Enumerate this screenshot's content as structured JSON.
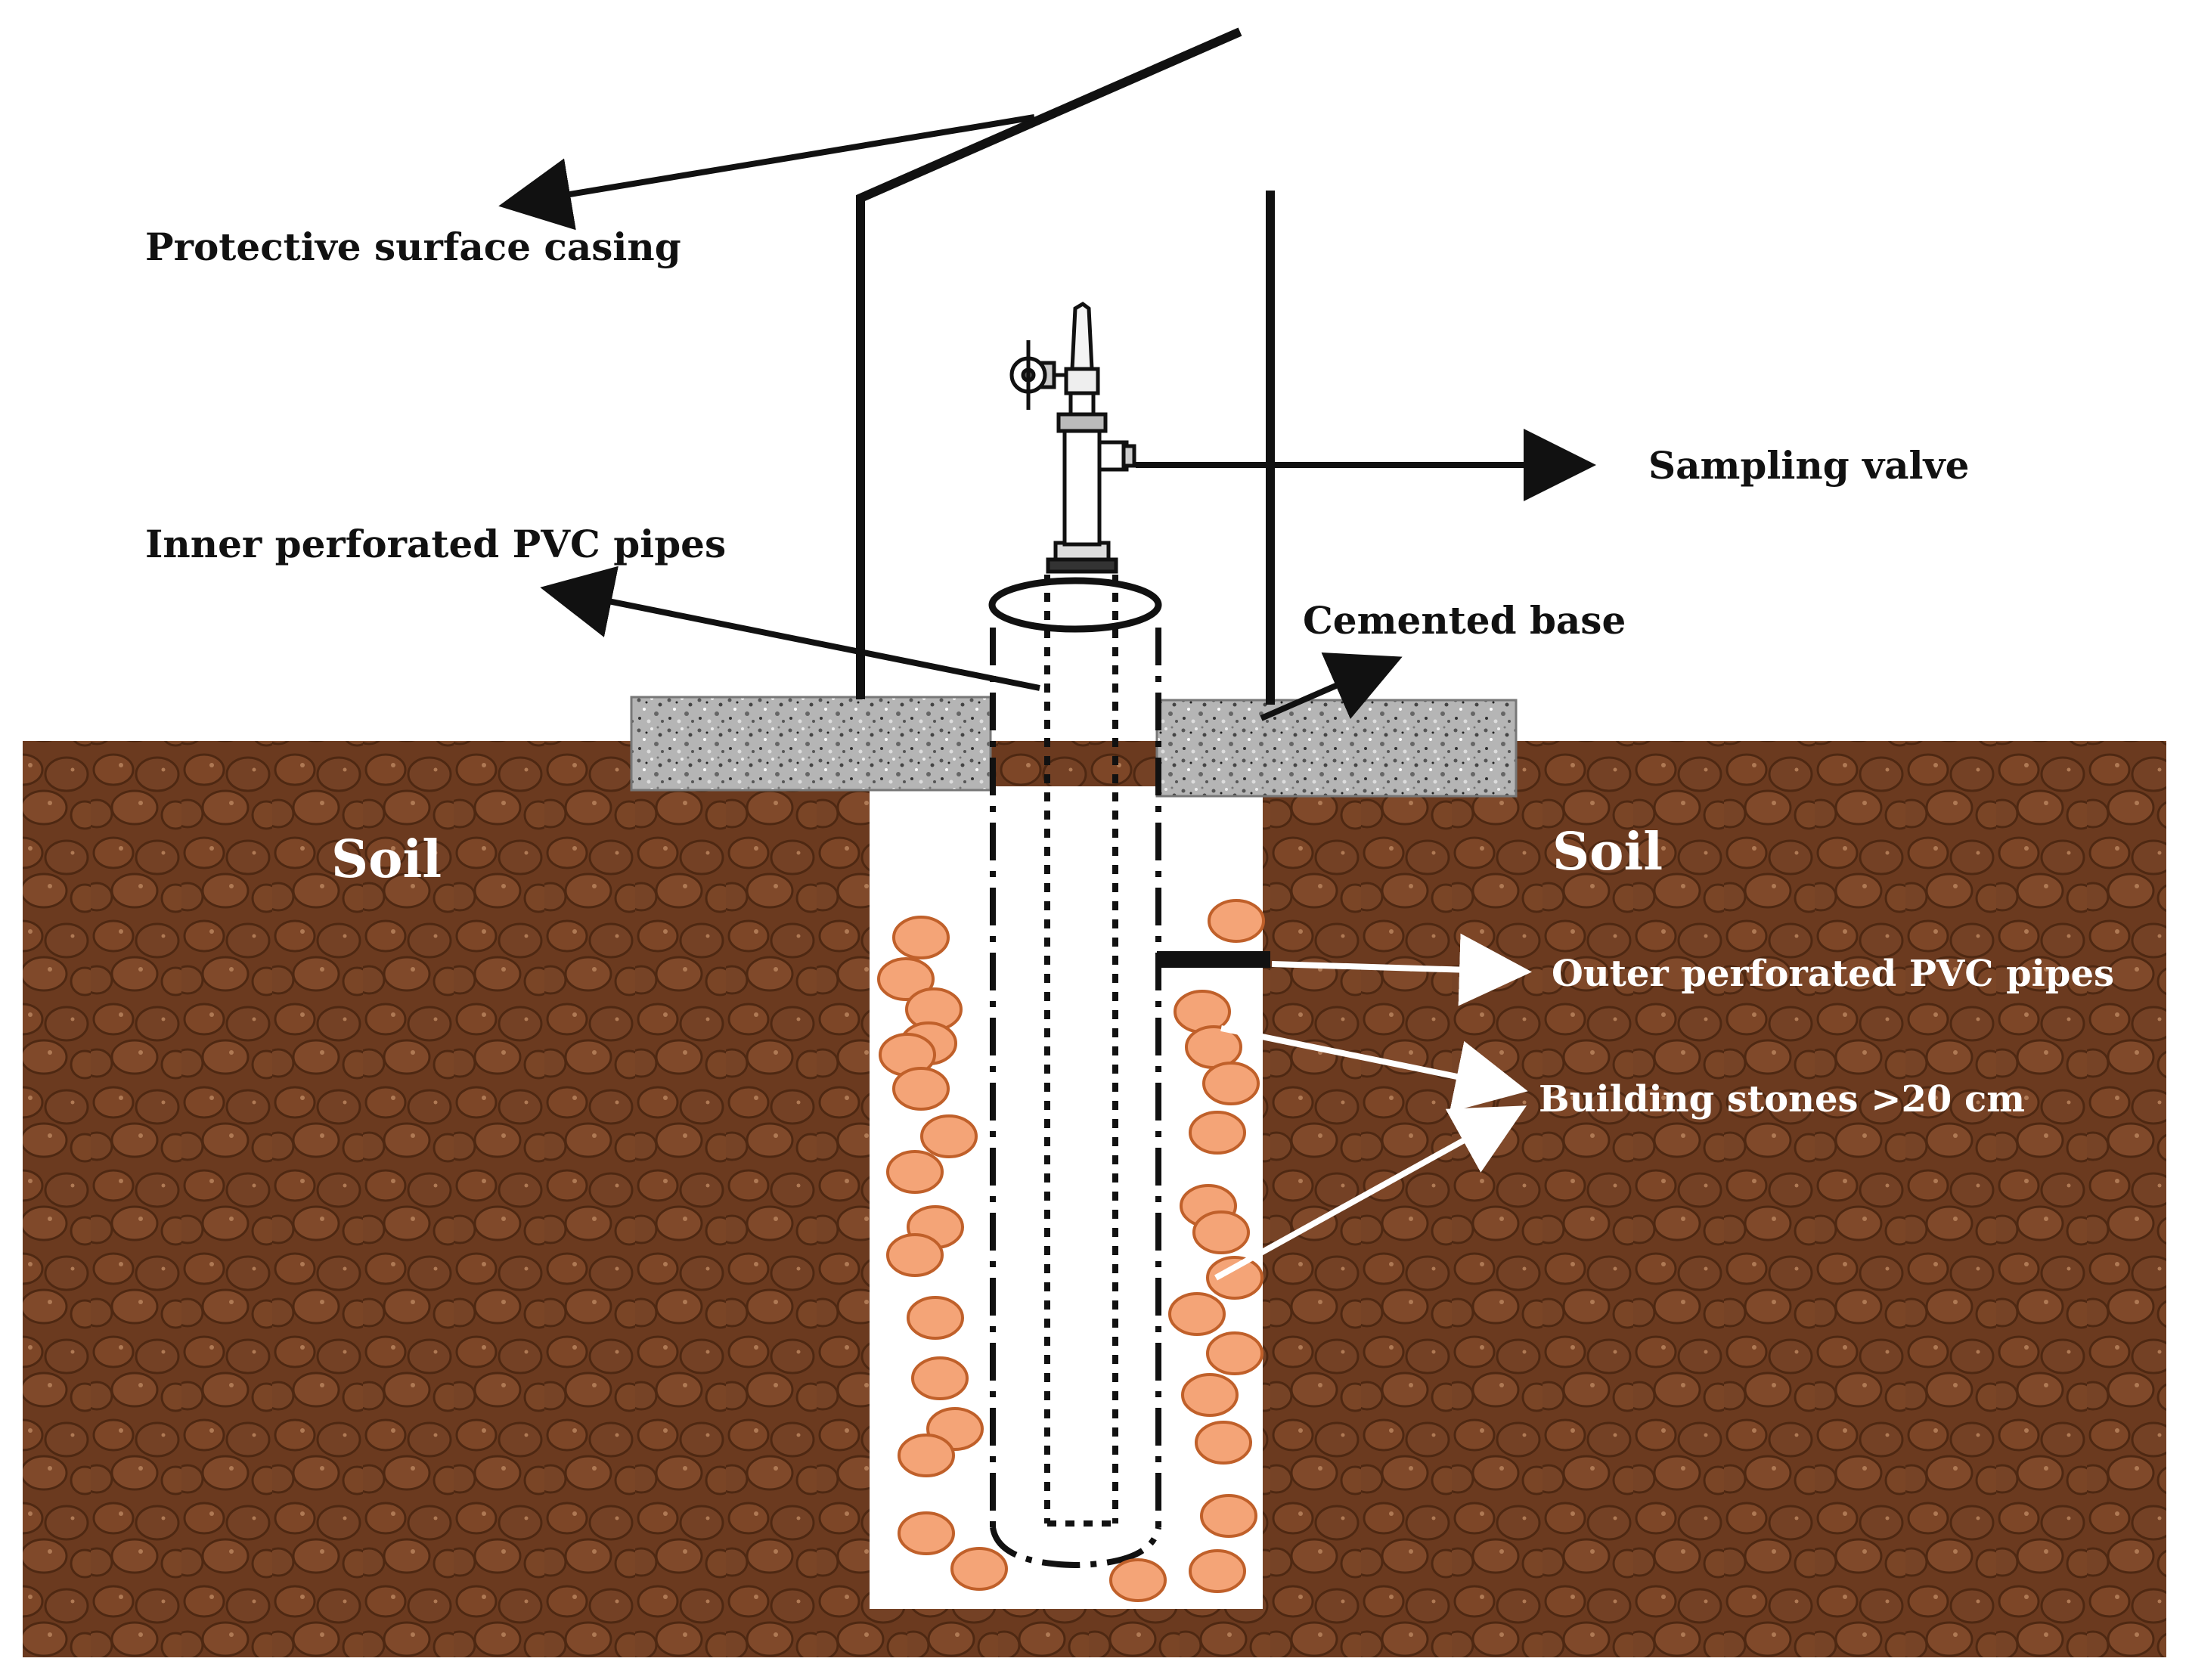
{
  "labels": {
    "protective_casing": "Protective surface casing",
    "sampling_valve": "Sampling valve",
    "inner_pipes": "Inner perforated PVC pipes",
    "cemented_base": "Cemented base",
    "soil_left": "Soil",
    "soil_right": "Soil",
    "outer_pipes": "Outer perforated PVC pipes",
    "building_stones": "Building stones >20 cm"
  },
  "colors": {
    "soil": "#6b3a1f",
    "soil_light": "#8a5533",
    "stone_fill": "#f4a477",
    "stone_stroke": "#c0602a",
    "concrete": "#b3b3b3",
    "line": "#111111",
    "white_text": "#ffffff"
  },
  "icons": {
    "valve": "sampling-valve-icon"
  }
}
